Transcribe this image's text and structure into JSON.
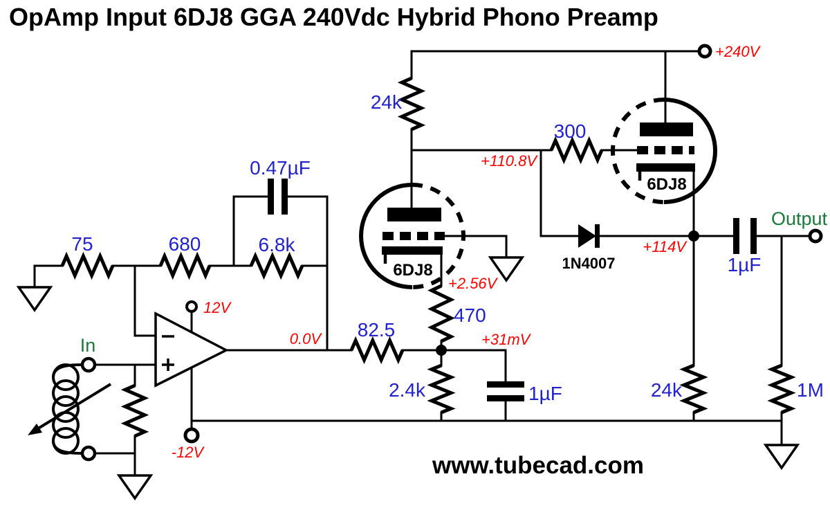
{
  "title": "OpAmp Input 6DJ8 GGA 240Vdc Hybrid Phono Preamp",
  "watermark": "www.tubecad.com",
  "colors": {
    "component_value": "#2222CC",
    "voltage_annotation": "#FF0000",
    "port_label": "#1A7A3C",
    "ink": "#000000",
    "background": "#FFFFFF"
  },
  "tubes": {
    "tube1": "6DJ8",
    "tube2": "6DJ8"
  },
  "components": {
    "r_input_series": "75",
    "r_feedback_680": "680",
    "r_feedback_6k8": "6.8k",
    "c_feedback": "0.47µF",
    "r_plate_24k": "24k",
    "r_grid_stop": "300",
    "r_cathode_470": "470",
    "r_out_82_5": "82.5",
    "r_shunt_2k4": "2.4k",
    "c_shunt_1uf": "1µF",
    "diode": "1N4007",
    "c_out_1uf": "1µF",
    "r_bleed_24k": "24k",
    "r_load_1m": "1M"
  },
  "voltages": {
    "b_plus": "+240V",
    "plate_node": "+110.8V",
    "cathode_node": "+2.56V",
    "opamp_out": "0.0V",
    "mix_node": "+31mV",
    "output_node": "+114V",
    "rail_pos": "12V",
    "rail_neg": "-12V"
  },
  "ports": {
    "input": "In",
    "output": "Output"
  }
}
